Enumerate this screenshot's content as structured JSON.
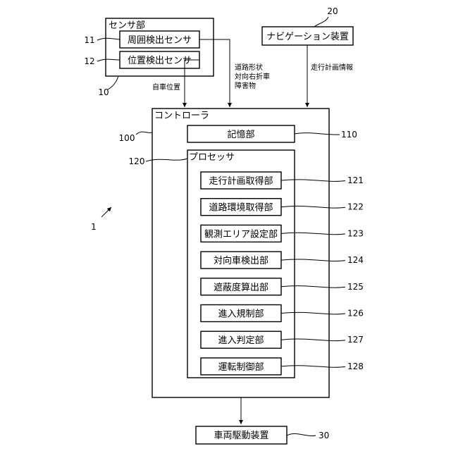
{
  "sensor_unit": {
    "title": "センサ部",
    "ref": "10",
    "surround_sensor": "周囲検出センサ",
    "surround_ref": "11",
    "position_sensor": "位置検出センサ",
    "position_ref": "12"
  },
  "navigation": {
    "label": "ナビゲーション装置",
    "ref": "20"
  },
  "signals": {
    "own_position": "自車位置",
    "road_shape": "道路形状",
    "oncoming_right_turn": "対向右折車",
    "obstacle": "障害物",
    "travel_plan_info": "走行計画情報"
  },
  "controller": {
    "title": "コントローラ",
    "ref": "100",
    "memory": "記憶部",
    "memory_ref": "110",
    "processor": {
      "title": "プロセッサ",
      "ref": "120",
      "modules": [
        {
          "label": "走行計画取得部",
          "ref": "121"
        },
        {
          "label": "道路環境取得部",
          "ref": "122"
        },
        {
          "label": "観測エリア設定部",
          "ref": "123"
        },
        {
          "label": "対向車検出部",
          "ref": "124"
        },
        {
          "label": "遮蔽度算出部",
          "ref": "125"
        },
        {
          "label": "進入規制部",
          "ref": "126"
        },
        {
          "label": "進入判定部",
          "ref": "127"
        },
        {
          "label": "運転制御部",
          "ref": "128"
        }
      ]
    }
  },
  "vehicle_drive": {
    "label": "車両駆動装置",
    "ref": "30"
  },
  "system_ref": "1"
}
